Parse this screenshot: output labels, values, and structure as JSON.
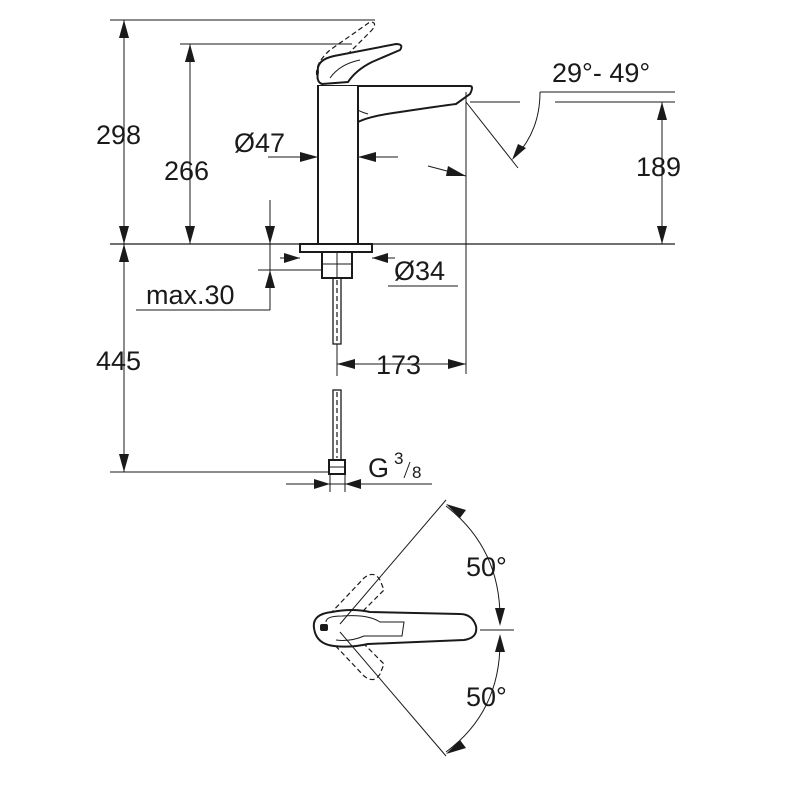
{
  "dimensions": {
    "total_height": "298",
    "spout_height": "266",
    "body_diameter": "Ø47",
    "tilt_angle": "29°- 49°",
    "outlet_height": "189",
    "hole_diameter": "Ø34",
    "max_thickness": "max.30",
    "hose_length": "445",
    "spout_reach": "173",
    "thread_letter": "G",
    "thread_numerator": "3",
    "thread_denominator": "8",
    "rotation_left": "50°",
    "rotation_right": "50°"
  }
}
